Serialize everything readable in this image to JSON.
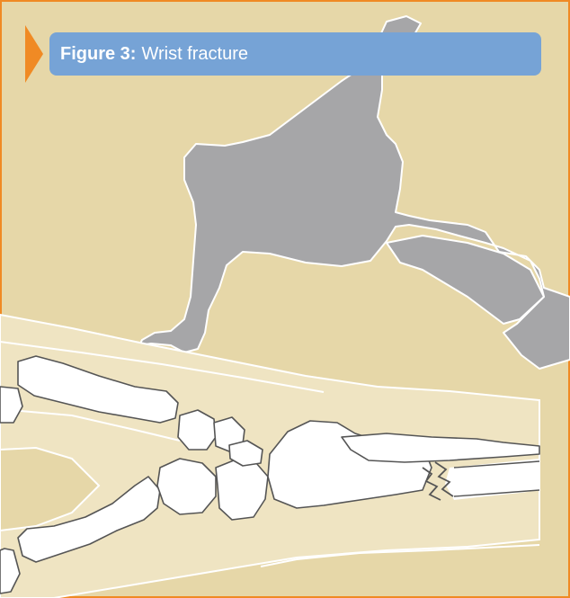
{
  "figure": {
    "label": "Figure 3:",
    "title": "Wrist fracture"
  },
  "colors": {
    "background": "#e6d7a8",
    "border": "#f08a24",
    "accent_arrow": "#f08a24",
    "banner": "#76a3d6",
    "silhouette": "#a6a6a8",
    "bone": "#ffffff",
    "soft_tissue": "#efe4c2"
  },
  "icons": [
    "orange-arrow-marker",
    "falling-person-silhouette",
    "hand-bones-illustration",
    "fracture-line"
  ]
}
